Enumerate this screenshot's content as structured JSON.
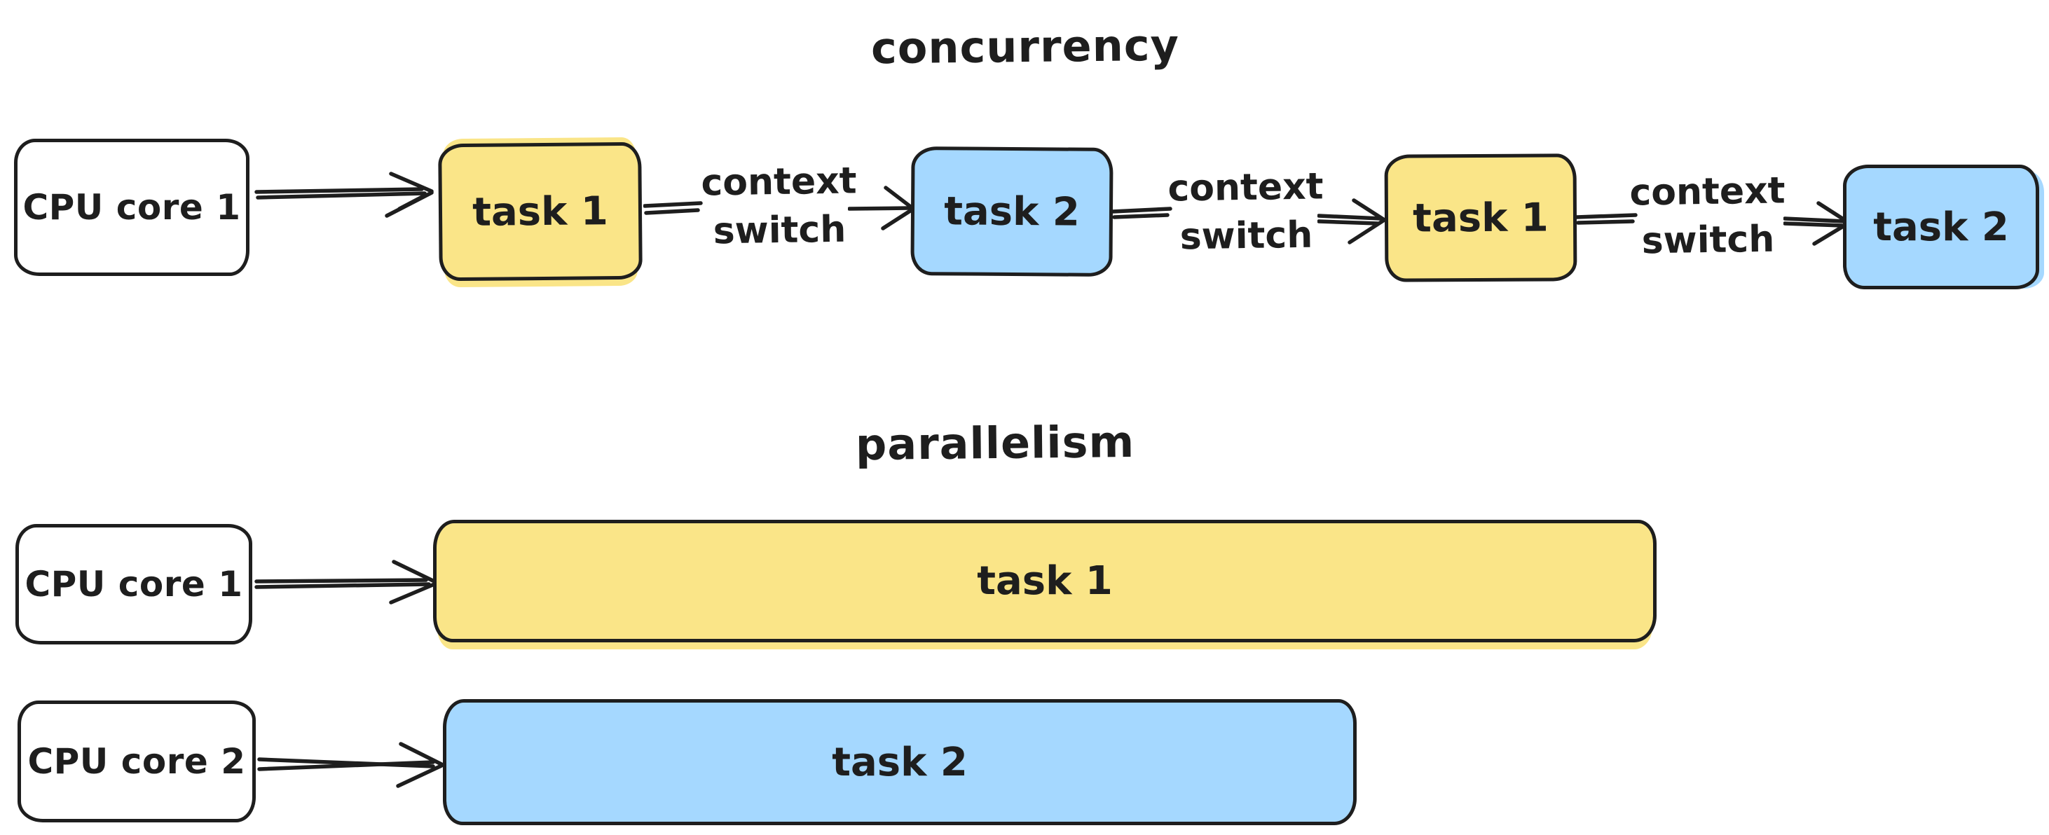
{
  "titles": {
    "concurrency": "concurrency",
    "parallelism": "parallelism"
  },
  "concurrency_row": {
    "cpu_label": "CPU core 1",
    "tasks": [
      {
        "label": "task 1",
        "color": "#fae588"
      },
      {
        "label": "task 2",
        "color": "#a5d8ff"
      },
      {
        "label": "task 1",
        "color": "#fae588"
      },
      {
        "label": "task 2",
        "color": "#a5d8ff"
      }
    ],
    "context_switch": {
      "line1": "context",
      "line2": "switch"
    }
  },
  "parallelism_rows": [
    {
      "cpu_label": "CPU core 1",
      "task_label": "task 1",
      "color": "#fae588"
    },
    {
      "cpu_label": "CPU core 2",
      "task_label": "task 2",
      "color": "#a5d8ff"
    }
  ],
  "colors": {
    "task1_fill": "#fae588",
    "task2_fill": "#a5d8ff",
    "cpu_fill": "#ffffff",
    "stroke": "#1e1e1e",
    "background": "#ffffff"
  }
}
